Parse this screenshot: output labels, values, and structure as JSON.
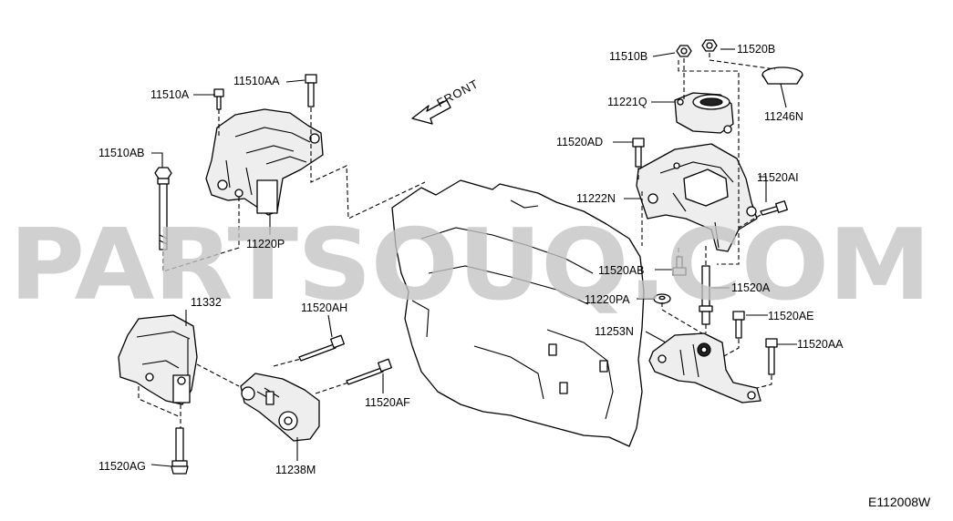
{
  "diagram_code": "E112008W",
  "direction_label": "FRONT",
  "watermark": "PARTSOUQ.COM",
  "parts": {
    "p11510A": "11510A",
    "p11510AA": "11510AA",
    "p11510AB": "11510AB",
    "p11220P": "11220P",
    "p11332": "11332",
    "p11520AH": "11520AH",
    "p11520AF": "11520AF",
    "p11520AG": "11520AG",
    "p11238M": "11238M",
    "p11510B": "11510B",
    "p11520B": "11520B",
    "p11246N": "11246N",
    "p11221Q": "11221Q",
    "p11520AD": "11520AD",
    "p11520AI": "11520AI",
    "p11222N": "11222N",
    "p11520AB": "11520AB",
    "p11520A": "11520A",
    "p11220PA": "11220PA",
    "p11253N": "11253N",
    "p11520AE": "11520AE",
    "p11520AA": "11520AA"
  }
}
